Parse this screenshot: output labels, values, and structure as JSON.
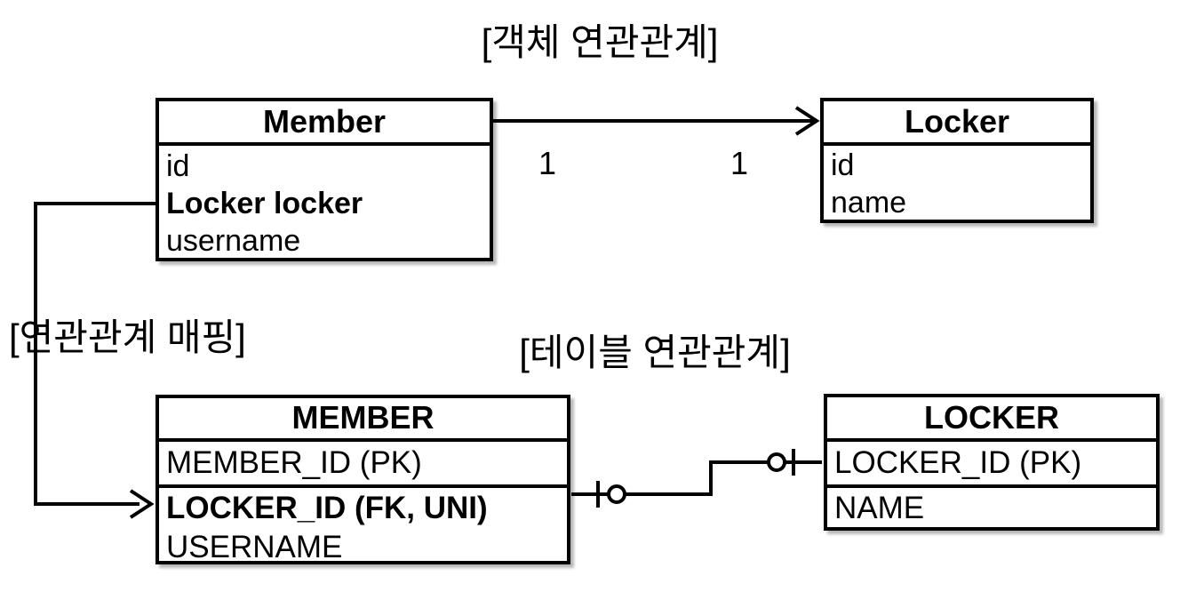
{
  "object_diagram": {
    "section_label": "[객체 연관관계]",
    "member": {
      "title": "Member",
      "fields": [
        "id",
        "Locker locker",
        "username"
      ]
    },
    "locker": {
      "title": "Locker",
      "fields": [
        "id",
        "name"
      ]
    },
    "multiplicities": [
      "1",
      "1"
    ]
  },
  "mapping_label": "[연관관계 매핑]",
  "table_diagram": {
    "section_label": "[테이블 연관관계]",
    "member": {
      "title": "MEMBER",
      "fields": [
        "MEMBER_ID (PK)",
        "LOCKER_ID (FK, UNI)",
        "USERNAME"
      ]
    },
    "locker": {
      "title": "LOCKER",
      "fields": [
        "LOCKER_ID (PK)",
        "NAME"
      ]
    }
  },
  "colors": {
    "line": "#000000",
    "box_fill": "#ffffff",
    "background": "#ffffff"
  }
}
